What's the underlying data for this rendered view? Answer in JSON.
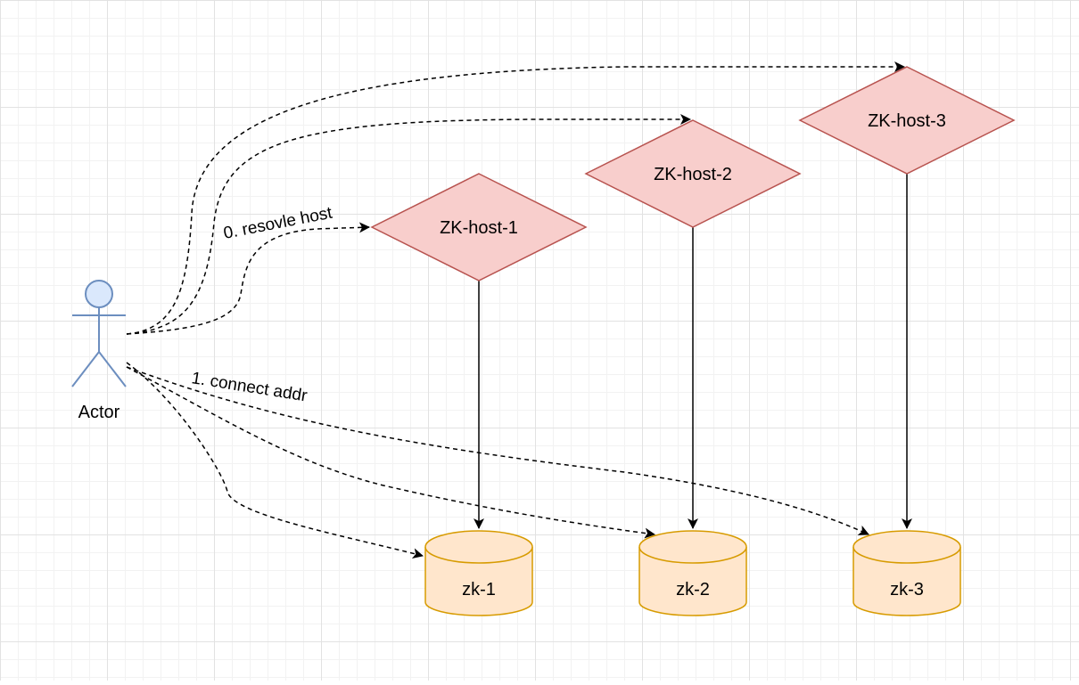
{
  "colors": {
    "host_fill": "#f8cecc",
    "host_stroke": "#b85450",
    "db_fill": "#ffe6cc",
    "db_stroke": "#d79b00",
    "actor_fill": "#dae8fc",
    "actor_stroke": "#6c8ebf",
    "edge": "#000000"
  },
  "actor": {
    "label": "Actor",
    "icon": "stick-figure-actor-icon"
  },
  "hosts": [
    {
      "label": "ZK-host-1",
      "icon": "diamond-shape"
    },
    {
      "label": "ZK-host-2",
      "icon": "diamond-shape"
    },
    {
      "label": "ZK-host-3",
      "icon": "diamond-shape"
    }
  ],
  "databases": [
    {
      "label": "zk-1",
      "icon": "cylinder-database-icon"
    },
    {
      "label": "zk-2",
      "icon": "cylinder-database-icon"
    },
    {
      "label": "zk-3",
      "icon": "cylinder-database-icon"
    }
  ],
  "edges": {
    "resolve_label": "0. resovle host",
    "connect_label": "1. connect addr"
  }
}
